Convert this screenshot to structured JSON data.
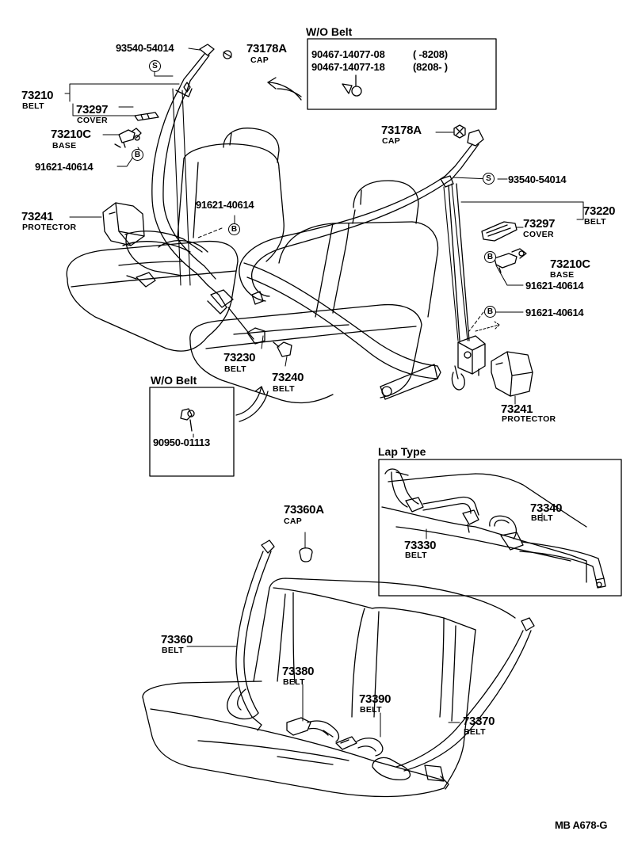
{
  "symbols": {
    "s": "S",
    "b": "B"
  },
  "labels": {
    "p93540_top": "93540-54014",
    "p73178a_top": "73178A",
    "cap_top": "CAP",
    "wo_belt_top": "W/O Belt",
    "p90467_08": "90467-14077-08",
    "range_08": "(        -8208)",
    "p90467_18": "90467-14077-18",
    "range_18": "(8208-        )",
    "p73210": "73210",
    "belt_73210": "BELT",
    "p73297_l": "73297",
    "cover_l": "COVER",
    "p73210c_l": "73210C",
    "base_l": "BASE",
    "p91621_l": "91621-40614",
    "p73241_l": "73241",
    "protector_l": "PROTECTOR",
    "p91621_mid": "91621-40614",
    "p73178a_r": "73178A",
    "cap_r": "CAP",
    "p93540_r": "93540-54014",
    "p73220": "73220",
    "belt_73220": "BELT",
    "p73297_r": "73297",
    "cover_r": "COVER",
    "p73210c_r": "73210C",
    "base_r": "BASE",
    "p91621_r1": "91621-40614",
    "p91621_r2": "91621-40614",
    "p73230": "73230",
    "belt_73230": "BELT",
    "p73240": "73240",
    "belt_73240": "BELT",
    "wo_belt_bot": "W/O Belt",
    "p90950": "90950-01113",
    "p73241_r": "73241",
    "protector_r": "PROTECTOR",
    "lap_type": "Lap Type",
    "p73340": "73340",
    "belt_73340": "BELT",
    "p73330": "73330",
    "belt_73330": "BELT",
    "p73360a": "73360A",
    "cap_73360a": "CAP",
    "p73360": "73360",
    "belt_73360": "BELT",
    "p73380": "73380",
    "belt_73380": "BELT",
    "p73390": "73390",
    "belt_73390": "BELT",
    "p73370": "73370",
    "belt_73370": "BELT",
    "ref": "MB A678-G"
  }
}
